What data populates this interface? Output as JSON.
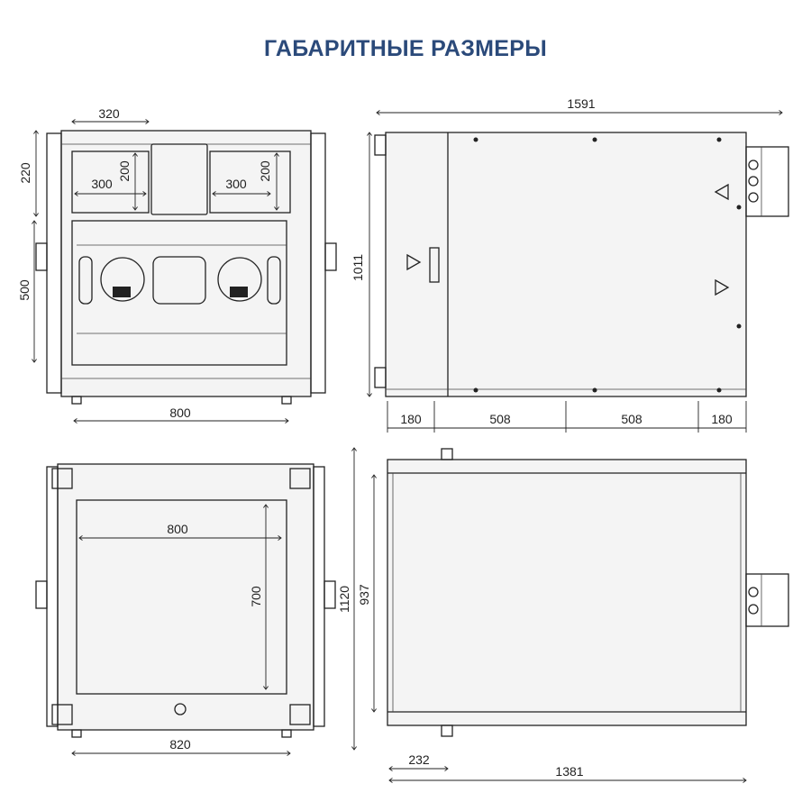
{
  "title": "ГАБАРИТНЫЕ РАЗМЕРЫ",
  "colors": {
    "title": "#2b4a7a",
    "lines": "#222222"
  },
  "views": {
    "front": {
      "width_top_opening": "320",
      "height_top": "220",
      "opening_left_w": "300",
      "opening_left_h": "200",
      "opening_right_w": "300",
      "opening_right_h": "200",
      "panel_height": "500",
      "base_width": "800"
    },
    "side": {
      "length": "1591",
      "height": "1011",
      "seg1": "180",
      "seg2": "508",
      "seg3": "508",
      "seg4": "180"
    },
    "rear": {
      "inner_width": "800",
      "inner_height": "700",
      "base_width": "820"
    },
    "top": {
      "depth_total": "1120",
      "depth_inner": "937",
      "offset": "232",
      "length": "1381"
    }
  }
}
